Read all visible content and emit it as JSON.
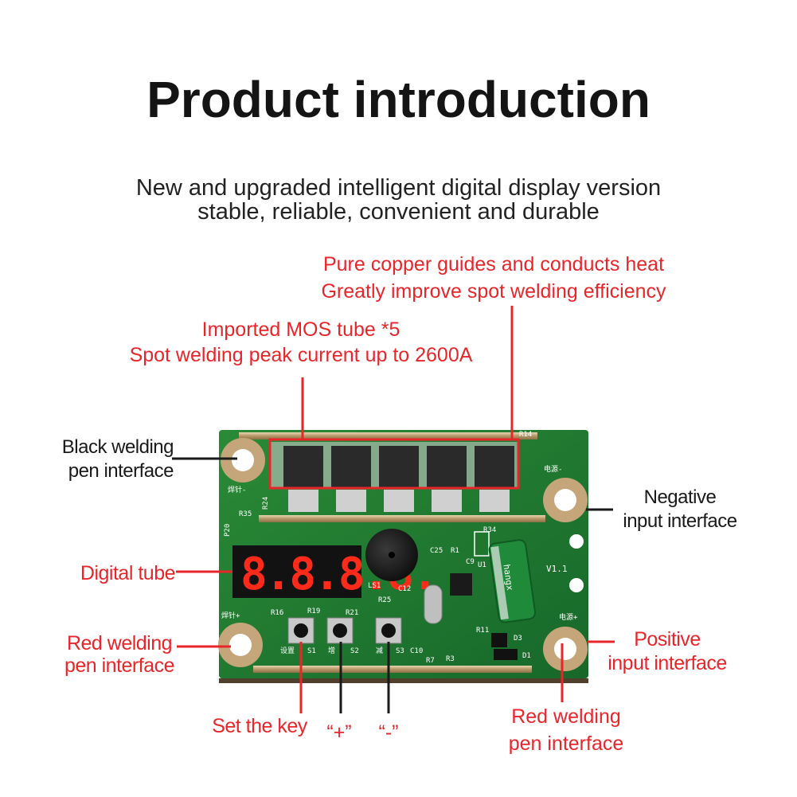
{
  "title": "Product introduction",
  "subtitle": [
    "New and upgraded intelligent digital display version",
    "stable, reliable, convenient and durable"
  ],
  "callouts": {
    "copper": [
      "Pure copper guides and conducts heat",
      "Greatly improve spot welding efficiency"
    ],
    "mos": [
      "Imported MOS tube *5",
      "Spot welding peak current up to 2600A"
    ],
    "black_pen": [
      "Black welding",
      "pen interface"
    ],
    "negative": [
      "Negative",
      "input interface"
    ],
    "digital_tube": "Digital tube",
    "red_pen_left": [
      "Red welding",
      "pen interface"
    ],
    "positive": [
      "Positive",
      "input interface"
    ],
    "set_key": "Set the key",
    "plus": "“+”",
    "minus": "“-”",
    "red_pen_bottom": [
      "Red welding",
      "pen interface"
    ]
  },
  "board": {
    "display_digits": "8.8.8.8.",
    "version": "V1.1",
    "capacitor": "hangx",
    "silk": {
      "r14": "R14",
      "r35": "R35",
      "r24": "R24",
      "p20": "P20",
      "c12": "C12",
      "ls1": "LS1",
      "r25": "R25",
      "r16": "R16",
      "r19": "R19",
      "r21": "R21",
      "r34": "R34",
      "u1": "U1",
      "c25": "C25",
      "r1": "R1",
      "c9": "C9",
      "r11": "R11",
      "d3": "D3",
      "d1": "D1",
      "r7": "R7",
      "r3": "R3",
      "c10": "C10",
      "s1": "S1",
      "s2": "S2",
      "s3": "S3",
      "label_power_neg": "电源-",
      "label_power_pos": "电源+",
      "label_pen_neg": "焊针-",
      "label_pen_pos": "焊针+",
      "label_set": "设置",
      "label_inc": "增",
      "label_dec": "减"
    }
  },
  "colors": {
    "accent": "#e8262a",
    "pcb": "#1f7a2c",
    "pad": "#c5a57a",
    "display_bg": "#121212",
    "display_seg": "#ff2a1a"
  }
}
